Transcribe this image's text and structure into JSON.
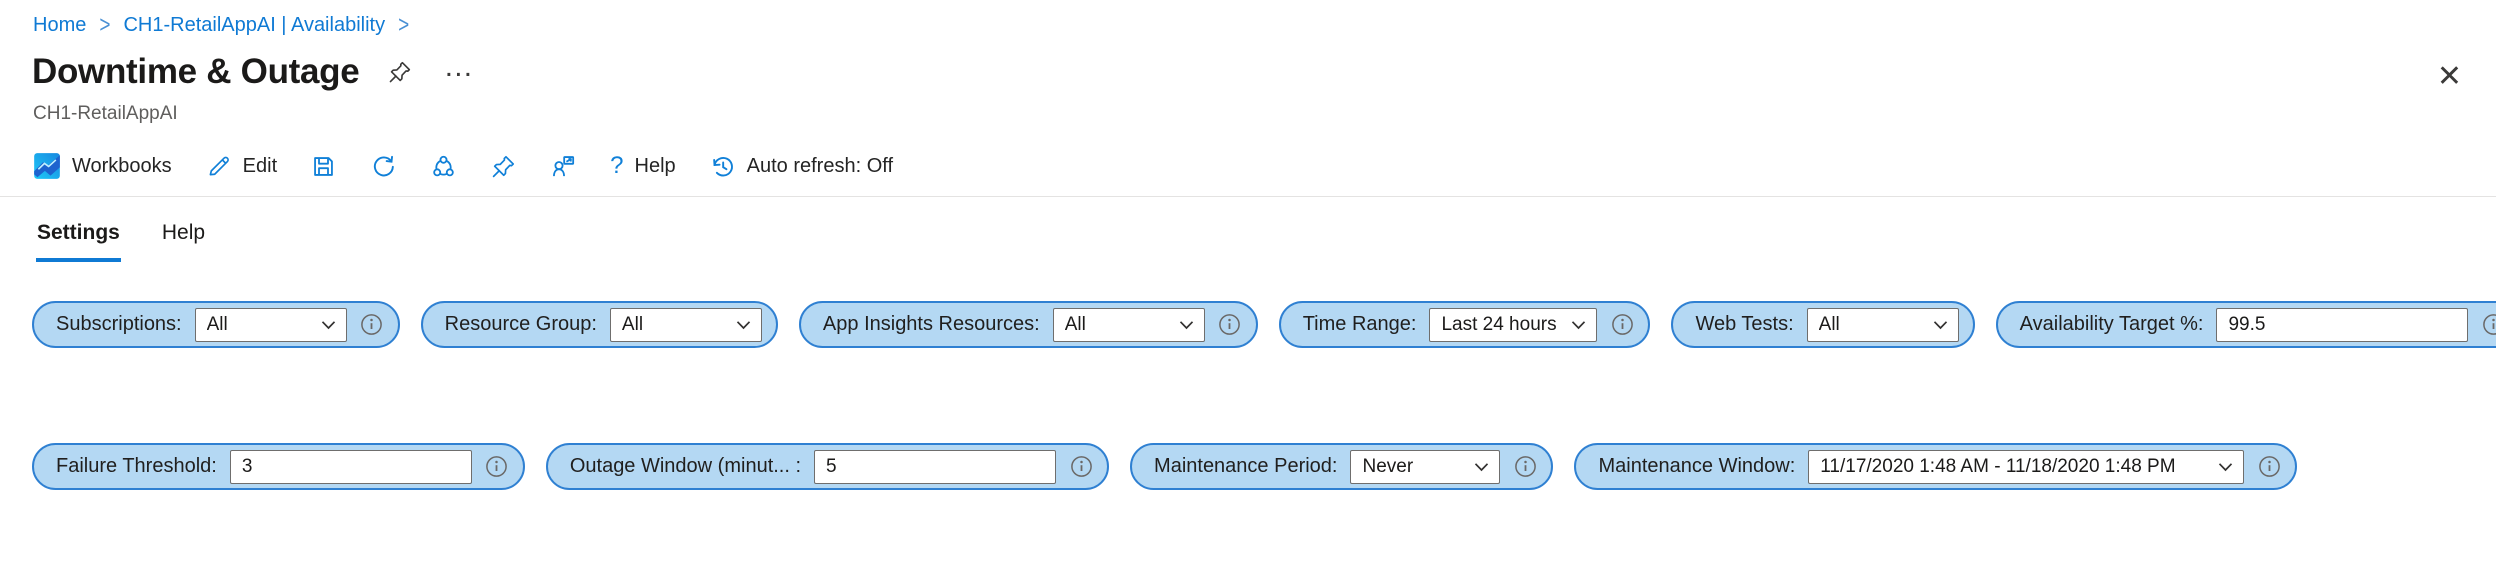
{
  "breadcrumb": {
    "items": [
      "Home",
      "CH1-RetailAppAI | Availability"
    ]
  },
  "header": {
    "title": "Downtime & Outage",
    "subtitle": "CH1-RetailAppAI"
  },
  "icons": {
    "close": "✕",
    "more": "…",
    "help_glyph": "?",
    "breadcrumb_separator": ">"
  },
  "toolbar": {
    "workbooks_label": "Workbooks",
    "edit_label": "Edit",
    "help_label": "Help",
    "auto_refresh_label": "Auto refresh: Off"
  },
  "tabs": [
    {
      "label": "Settings",
      "active": true
    },
    {
      "label": "Help",
      "active": false
    }
  ],
  "filters": {
    "row1": [
      {
        "name": "subscriptions",
        "label": "Subscriptions:",
        "control": "select",
        "value": "All",
        "info": true
      },
      {
        "name": "resource-group",
        "label": "Resource Group:",
        "control": "select",
        "value": "All",
        "info": false
      },
      {
        "name": "app-insights-resources",
        "label": "App Insights Resources:",
        "control": "select",
        "value": "All",
        "info": true
      },
      {
        "name": "time-range",
        "label": "Time Range:",
        "control": "select",
        "value": "Last 24 hours",
        "info": true
      },
      {
        "name": "web-tests",
        "label": "Web Tests:",
        "control": "select",
        "value": "All",
        "info": false
      },
      {
        "name": "availability-target",
        "label": "Availability Target %:",
        "control": "input",
        "value": "99.5",
        "info": true
      }
    ],
    "row2": [
      {
        "name": "failure-threshold",
        "label": "Failure Threshold:",
        "control": "input",
        "value": "3",
        "info": true
      },
      {
        "name": "outage-window",
        "label": "Outage Window (minut... :",
        "control": "input",
        "value": "5",
        "info": true
      },
      {
        "name": "maintenance-period",
        "label": "Maintenance Period:",
        "control": "select",
        "value": "Never",
        "info": true
      },
      {
        "name": "maintenance-window",
        "label": "Maintenance Window:",
        "control": "select",
        "value": "11/17/2020 1:48 AM - 11/18/2020 1:48 PM",
        "info": true
      }
    ]
  },
  "colors": {
    "accent": "#0f7ad4",
    "pill_background": "#b4d8f3",
    "pill_border": "#2f80d2",
    "link": "#0f7ad4",
    "toolbar_icon": "#1080d8"
  }
}
